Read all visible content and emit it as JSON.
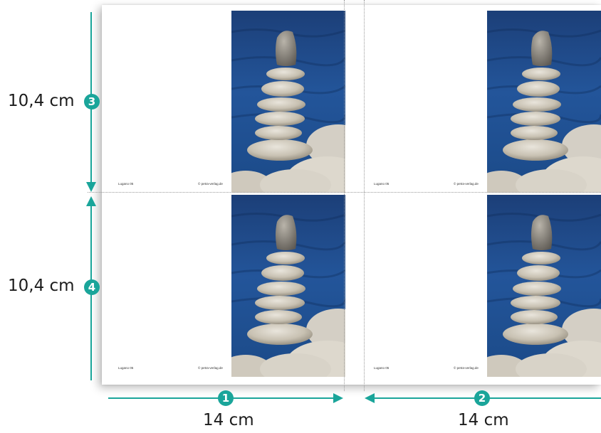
{
  "cards": [
    {
      "left_label": "Lugano 05",
      "right_label": "© petra-verlag.de"
    },
    {
      "left_label": "Lugano 05",
      "right_label": "© petra-verlag.de"
    },
    {
      "left_label": "Lugano 05",
      "right_label": "© petra-verlag.de"
    },
    {
      "left_label": "Lugano 05",
      "right_label": "© petra-verlag.de"
    }
  ],
  "dimensions": {
    "width_left": {
      "label": "14 cm",
      "badge": "1"
    },
    "width_right": {
      "label": "14 cm",
      "badge": "2"
    },
    "height_top": {
      "label": "10,4 cm",
      "badge": "3"
    },
    "height_bottom": {
      "label": "10,4 cm",
      "badge": "4"
    }
  },
  "colors": {
    "accent": "#1aa59a",
    "water": "#1d4a86",
    "stone": "#c9c3b6"
  },
  "icons": [
    "stone-stack-photo",
    "arrow-right-icon",
    "arrow-left-icon",
    "arrow-up-icon",
    "arrow-down-icon"
  ]
}
